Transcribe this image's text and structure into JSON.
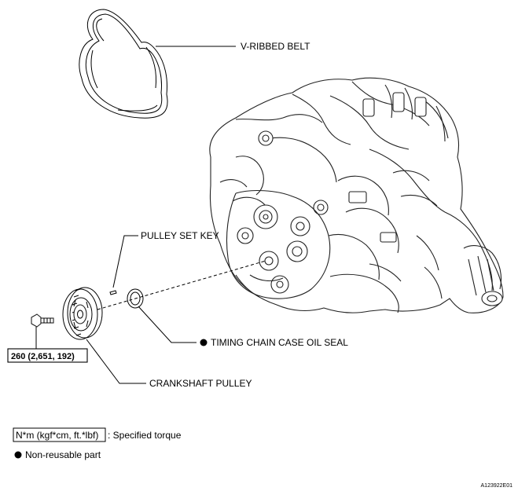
{
  "labels": {
    "v_ribbed_belt": "V-RIBBED BELT",
    "pulley_set_key": "PULLEY SET KEY",
    "timing_chain_case_oil_seal": "TIMING CHAIN CASE OIL SEAL",
    "crankshaft_pulley": "CRANKSHAFT PULLEY",
    "torque_value": "260 (2,651, 192)"
  },
  "legend": {
    "torque_box": "N*m (kgf*cm, ft.*lbf)",
    "torque_desc": ": Specified torque",
    "nonreusable_desc": "Non-reusable part"
  },
  "figure_code": "A123922E01",
  "icons": {
    "non_reusable_marker": "filled-circle-icon"
  }
}
